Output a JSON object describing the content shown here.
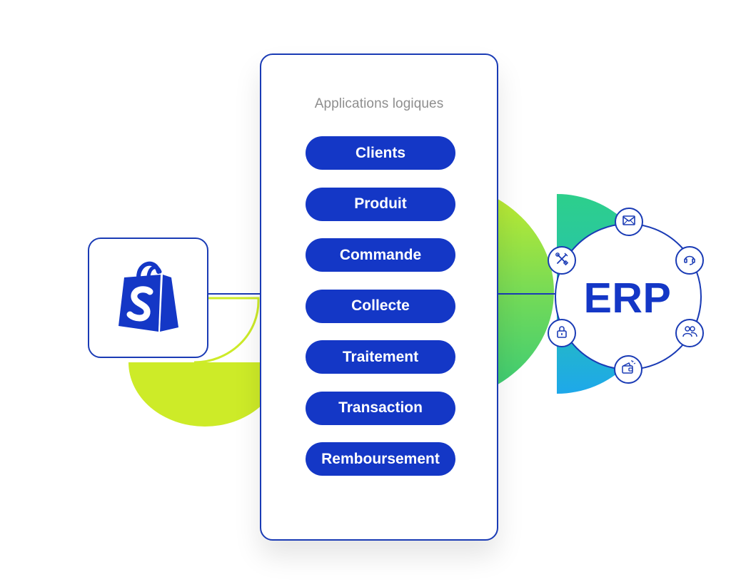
{
  "card": {
    "title": "Applications logiques",
    "items": [
      {
        "label": "Clients"
      },
      {
        "label": "Produit"
      },
      {
        "label": "Commande"
      },
      {
        "label": "Collecte"
      },
      {
        "label": "Traitement"
      },
      {
        "label": "Transaction"
      },
      {
        "label": "Remboursement"
      }
    ]
  },
  "source": {
    "icon": "shopify-bag-icon"
  },
  "erp": {
    "label": "ERP",
    "nodes": [
      {
        "icon": "envelope-icon"
      },
      {
        "icon": "headset-icon"
      },
      {
        "icon": "users-icon"
      },
      {
        "icon": "wallet-icon"
      },
      {
        "icon": "lock-icon"
      },
      {
        "icon": "tools-icon"
      }
    ]
  },
  "colors": {
    "brand_blue": "#1437c6",
    "outline_blue": "#1a3bb5",
    "lime": "#cdeb28",
    "green": "#3ecf79",
    "teal": "#2dcf8b",
    "cyan": "#1ea8ea",
    "title_gray": "#8e8e8e"
  }
}
